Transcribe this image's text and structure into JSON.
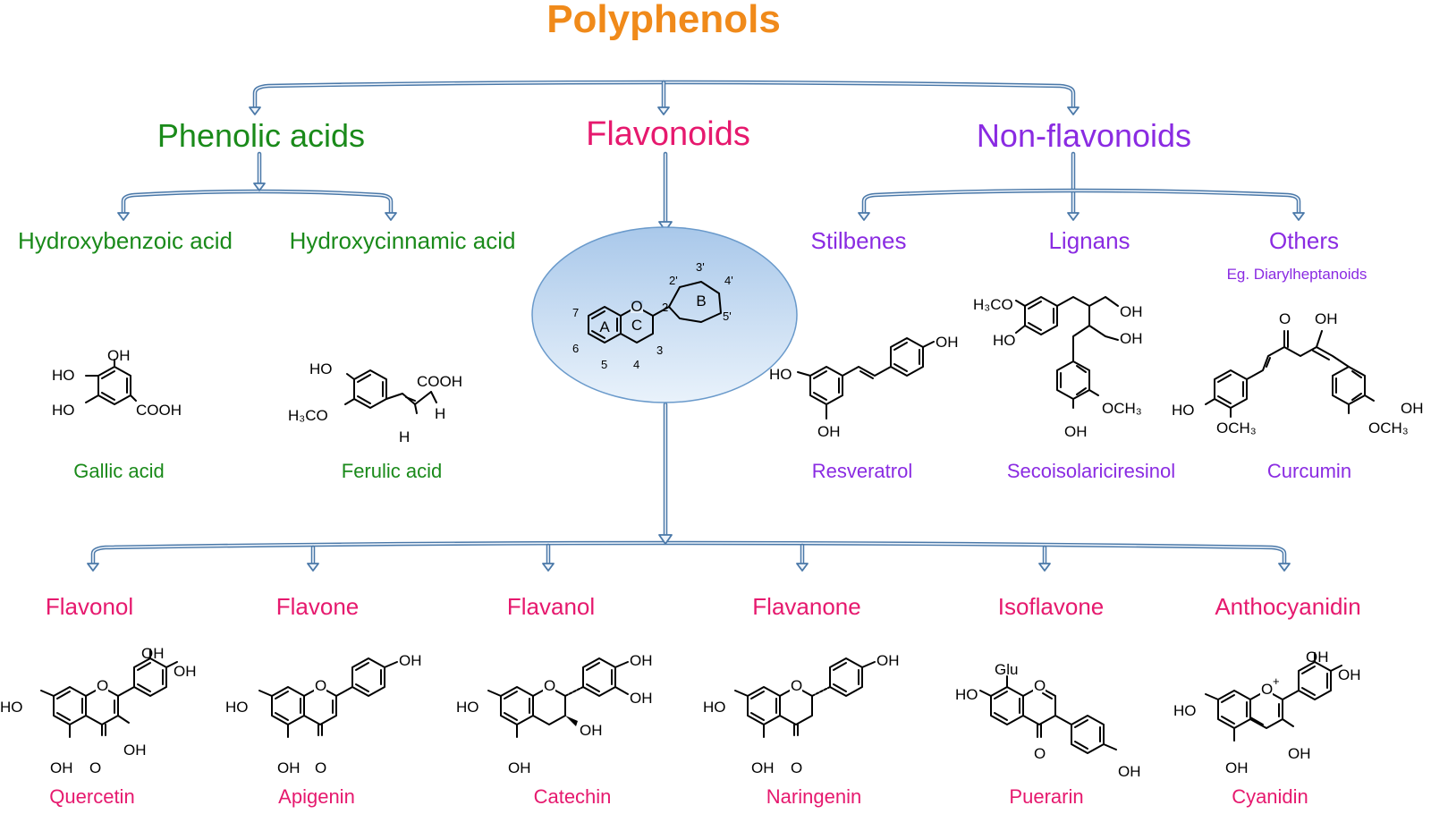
{
  "title": "Polyphenols",
  "colors": {
    "title": "#f08a1a",
    "phenolic": "#1a8a1a",
    "flavonoid": "#e6196e",
    "nonflavonoid": "#8a2be2",
    "arrow": "#4a78a8",
    "ellipse_top": "#a9c8ea",
    "ellipse_bottom": "#e9f2fb"
  },
  "classes": {
    "phenolic_acids": {
      "label": "Phenolic acids",
      "subclasses": [
        "Hydroxybenzoic acid",
        "Hydroxycinnamic acid"
      ],
      "examples": [
        "Gallic acid",
        "Ferulic acid"
      ]
    },
    "flavonoids": {
      "label": "Flavonoids",
      "core": {
        "ring_labels": [
          "A",
          "B",
          "C"
        ],
        "atom_numbers": [
          "2",
          "3",
          "4",
          "5",
          "6",
          "7",
          "2'",
          "3'",
          "4'",
          "5'"
        ],
        "hetero_atom": "O"
      },
      "subclasses": [
        "Flavonol",
        "Flavone",
        "Flavanol",
        "Flavanone",
        "Isoflavone",
        "Anthocyanidin"
      ],
      "examples": [
        "Quercetin",
        "Apigenin",
        "Catechin",
        "Naringenin",
        "Puerarin",
        "Cyanidin"
      ]
    },
    "non_flavonoids": {
      "label": "Non-flavonoids",
      "subclasses": [
        "Stilbenes",
        "Lignans",
        "Others"
      ],
      "others_note": "Eg. Diarylheptanoids",
      "examples": [
        "Resveratrol",
        "Secoisolariciresinol",
        "Curcumin"
      ]
    }
  },
  "chem_labels": {
    "gallic": [
      "OH",
      "HO",
      "HO",
      "COOH"
    ],
    "ferulic": [
      "HO",
      "COOH",
      "H₃CO",
      "H",
      "H"
    ],
    "resveratrol": [
      "OH",
      "HO",
      "OH"
    ],
    "lignan": [
      "H₃CO",
      "HO",
      "OH",
      "OH",
      "OCH₃",
      "OH"
    ],
    "curcumin": [
      "O",
      "OH",
      "HO",
      "OCH₃",
      "OCH₃",
      "OH"
    ],
    "quercetin": [
      "OH",
      "OH",
      "HO",
      "OH",
      "O",
      "OH",
      "O"
    ],
    "apigenin": [
      "OH",
      "HO",
      "OH",
      "O",
      "O"
    ],
    "catechin": [
      "OH",
      "OH",
      "HO",
      "OH",
      "OH",
      "O"
    ],
    "naringenin": [
      "OH",
      "HO",
      "OH",
      "O",
      "O"
    ],
    "puerarin": [
      "Glu",
      "HO",
      "O",
      "O",
      "OH"
    ],
    "cyanidin": [
      "OH",
      "OH",
      "HO",
      "OH",
      "OH",
      "O",
      "+"
    ]
  }
}
